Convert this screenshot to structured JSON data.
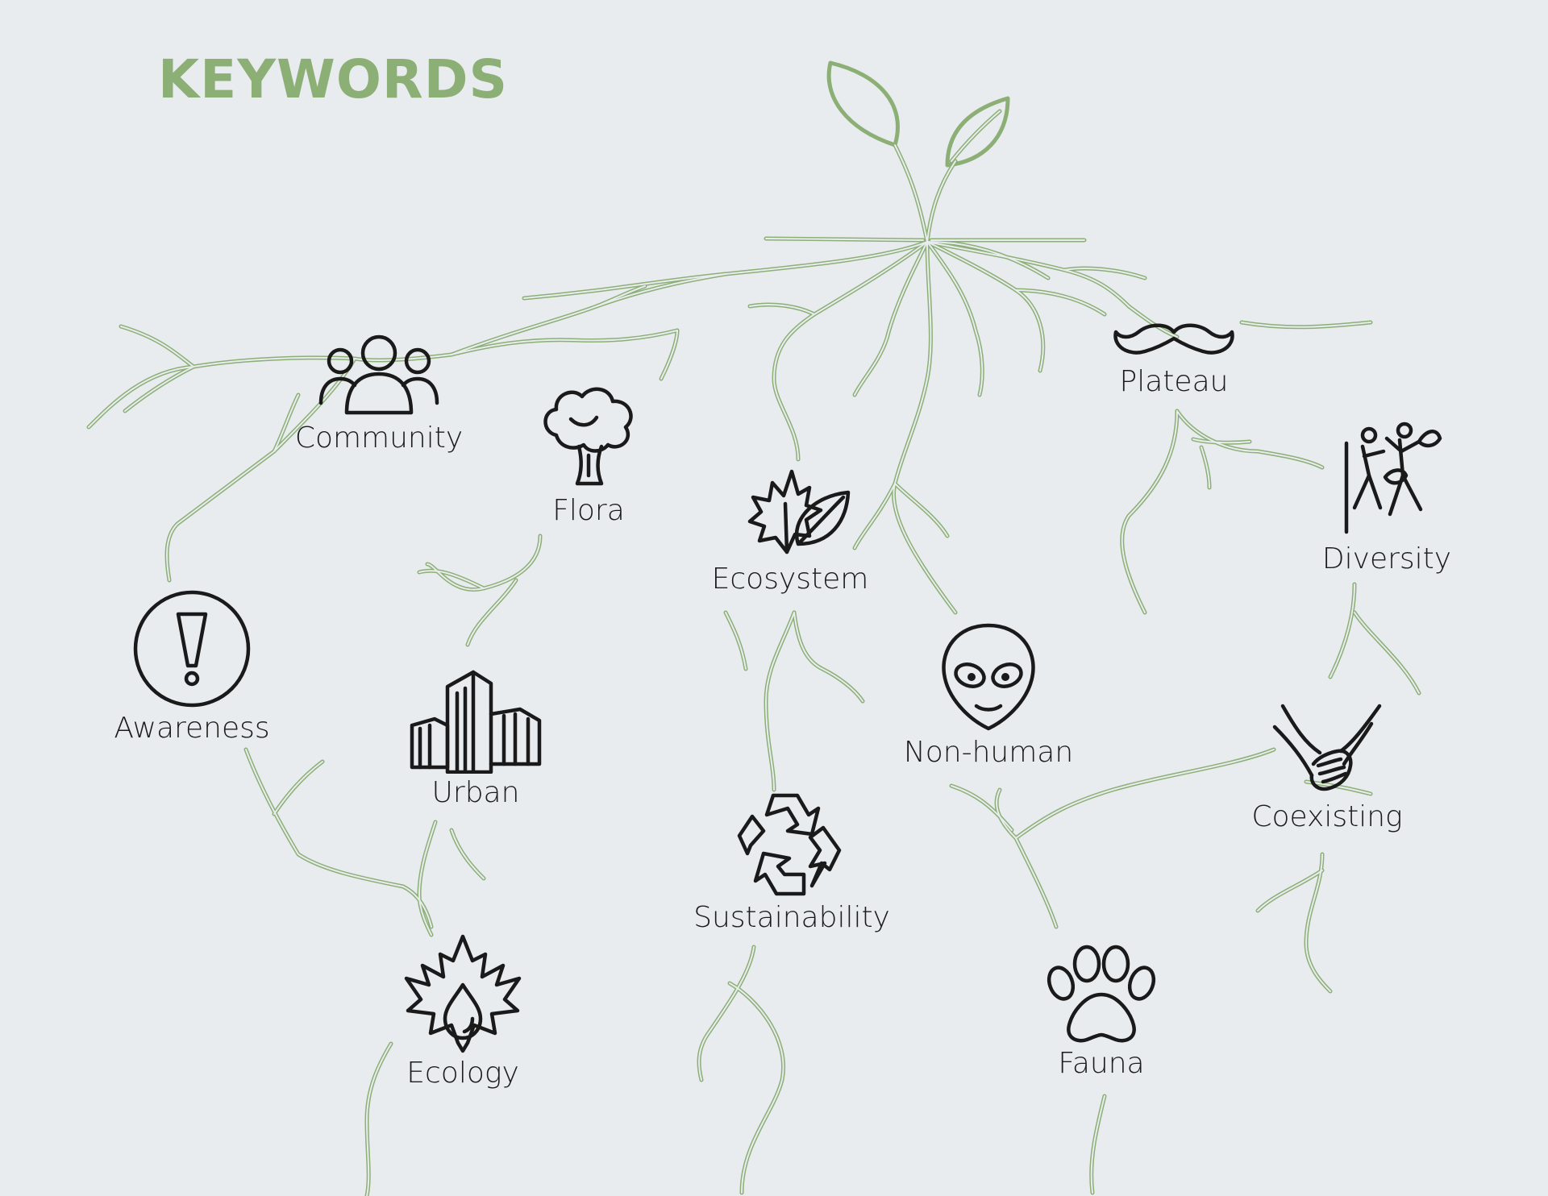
{
  "title": "KEYWORDS",
  "colors": {
    "root_green": "#8caf76",
    "title_green": "#8caf76",
    "background": "#e9ecef",
    "icon_ink": "#1a1a1a"
  },
  "keywords": [
    {
      "id": "community",
      "label": "Community",
      "icon": "people-group-icon"
    },
    {
      "id": "flora",
      "label": "Flora",
      "icon": "tree-icon"
    },
    {
      "id": "ecosystem",
      "label": "Ecosystem",
      "icon": "leaves-icon"
    },
    {
      "id": "plateau",
      "label": "Plateau",
      "icon": "mustache-icon"
    },
    {
      "id": "diversity",
      "label": "Diversity",
      "icon": "dancing-figures-icon"
    },
    {
      "id": "awareness",
      "label": "Awareness",
      "icon": "exclamation-circle-icon"
    },
    {
      "id": "urban",
      "label": "Urban",
      "icon": "buildings-icon"
    },
    {
      "id": "non_human",
      "label": "Non-human",
      "icon": "alien-icon"
    },
    {
      "id": "coexisting",
      "label": "Coexisting",
      "icon": "holding-hands-icon"
    },
    {
      "id": "sustainability",
      "label": "Sustainability",
      "icon": "recycle-icon"
    },
    {
      "id": "ecology",
      "label": "Ecology",
      "icon": "maple-leaf-drop-icon"
    },
    {
      "id": "fauna",
      "label": "Fauna",
      "icon": "paw-icon"
    }
  ]
}
